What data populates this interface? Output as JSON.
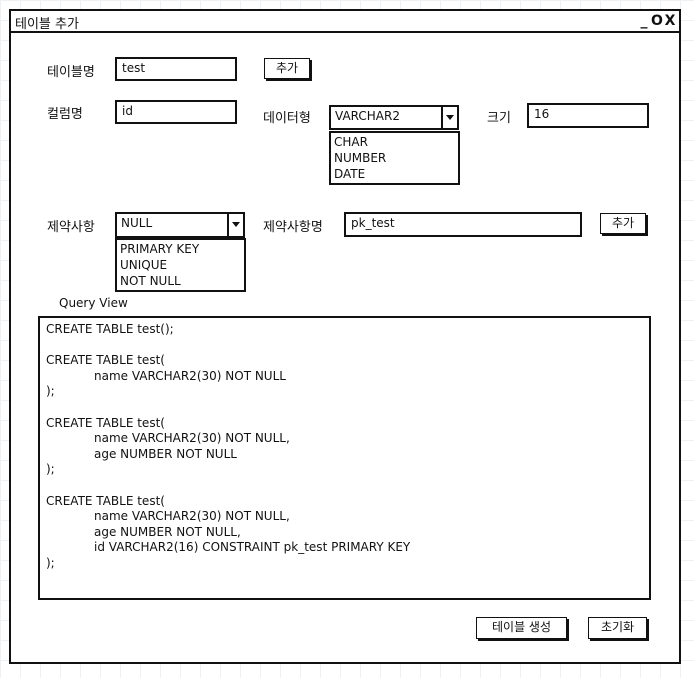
{
  "window": {
    "title": "테이블 추가",
    "controls": [
      "_",
      "O",
      "X"
    ]
  },
  "table_name": {
    "label": "테이블명",
    "value": "test",
    "add_label": "추가"
  },
  "column": {
    "label": "컬럼명",
    "value": "id",
    "datatype_label": "데이터형",
    "datatype_selected": "VARCHAR2",
    "datatype_options": [
      "CHAR",
      "NUMBER",
      "DATE"
    ],
    "size_label": "크기",
    "size_value": "16"
  },
  "constraint": {
    "label": "제약사항",
    "selected": "NULL",
    "options": [
      "PRIMARY KEY",
      "UNIQUE",
      "NOT NULL"
    ],
    "name_label": "제약사항명",
    "name_value": "pk_test",
    "add_label": "추가"
  },
  "query_view": {
    "label": "Query View",
    "lines": [
      {
        "text": "CREATE TABLE test();",
        "indent": false
      },
      {
        "text": "",
        "indent": false
      },
      {
        "text": "CREATE TABLE test(",
        "indent": false
      },
      {
        "text": "name VARCHAR2(30) NOT NULL",
        "indent": true
      },
      {
        "text": ");",
        "indent": false
      },
      {
        "text": "",
        "indent": false
      },
      {
        "text": "CREATE TABLE test(",
        "indent": false
      },
      {
        "text": "name VARCHAR2(30) NOT NULL,",
        "indent": true
      },
      {
        "text": "age NUMBER NOT NULL",
        "indent": true
      },
      {
        "text": ");",
        "indent": false
      },
      {
        "text": "",
        "indent": false
      },
      {
        "text": "CREATE TABLE test(",
        "indent": false
      },
      {
        "text": "name VARCHAR2(30) NOT NULL,",
        "indent": true
      },
      {
        "text": "age NUMBER NOT NULL,",
        "indent": true
      },
      {
        "text": "id VARCHAR2(16) CONSTRAINT pk_test PRIMARY KEY",
        "indent": true
      },
      {
        "text": ");",
        "indent": false
      }
    ]
  },
  "footer": {
    "create_label": "테이블 생성",
    "reset_label": "초기화"
  }
}
